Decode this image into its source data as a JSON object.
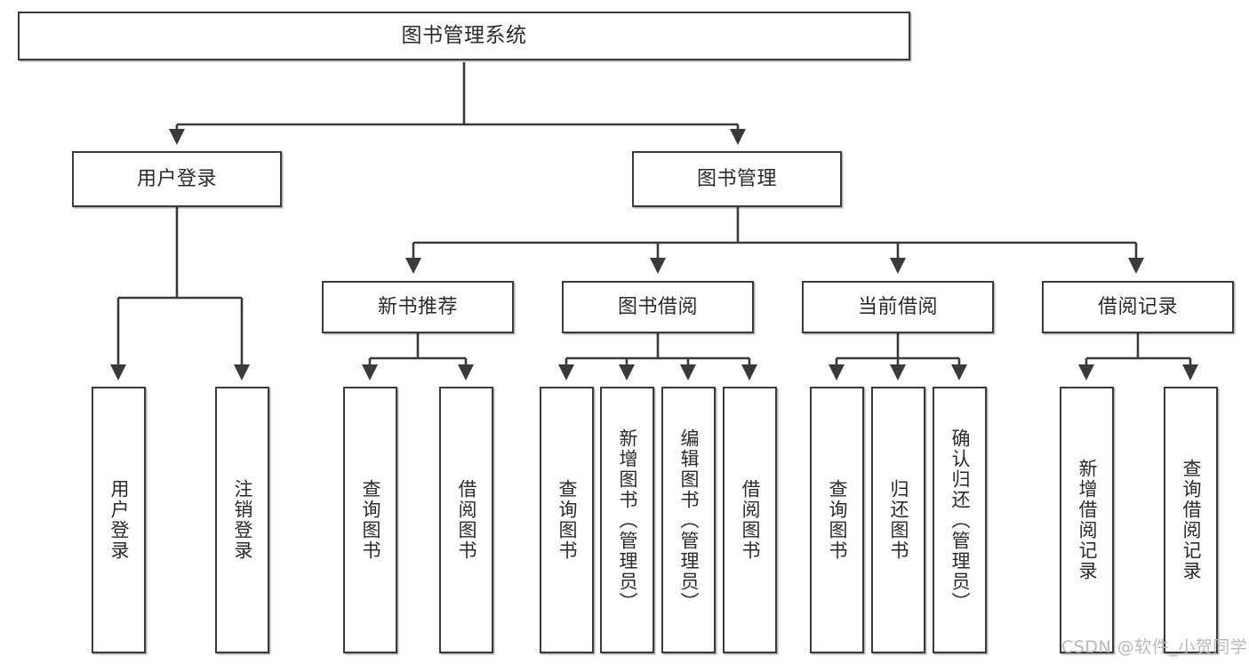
{
  "diagram": {
    "title": "图书管理系统",
    "type": "hierarchy-tree",
    "colors": {
      "box_border": "#3a3a3a",
      "box_fill": "#ffffff",
      "line": "#3a3a3a",
      "text": "#2b2b2b",
      "watermark": "#b9b9b9",
      "background": "#ffffff"
    },
    "nodes": {
      "root": {
        "label": "图书管理系统"
      },
      "level2": [
        {
          "id": "user-login",
          "label": "用户登录"
        },
        {
          "id": "book-manage",
          "label": "图书管理"
        }
      ],
      "level3": [
        {
          "id": "new-book-recommend",
          "label": "新书推荐"
        },
        {
          "id": "book-borrow",
          "label": "图书借阅"
        },
        {
          "id": "current-borrow",
          "label": "当前借阅"
        },
        {
          "id": "borrow-record",
          "label": "借阅记录"
        }
      ],
      "leaves": {
        "user-login": [
          {
            "id": "leaf-user-login",
            "label": "用户登录"
          },
          {
            "id": "leaf-user-logout",
            "label": "注销登录"
          }
        ],
        "new-book-recommend": [
          {
            "id": "leaf-query-book-1",
            "label": "查询图书"
          },
          {
            "id": "leaf-borrow-book-1",
            "label": "借阅图书"
          }
        ],
        "book-borrow": [
          {
            "id": "leaf-query-book-2",
            "label": "查询图书"
          },
          {
            "id": "leaf-add-book",
            "label": "新增图书（管理员）"
          },
          {
            "id": "leaf-edit-book",
            "label": "编辑图书（管理员）"
          },
          {
            "id": "leaf-borrow-book-2",
            "label": "借阅图书"
          }
        ],
        "current-borrow": [
          {
            "id": "leaf-query-book-3",
            "label": "查询图书"
          },
          {
            "id": "leaf-return-book",
            "label": "归还图书"
          },
          {
            "id": "leaf-confirm-return",
            "label": "确认归还（管理员）"
          }
        ],
        "borrow-record": [
          {
            "id": "leaf-add-record",
            "label": "新增借阅记录"
          },
          {
            "id": "leaf-query-record",
            "label": "查询借阅记录"
          }
        ]
      }
    }
  },
  "watermark": {
    "text": "CSDN @软件_小贺同学"
  }
}
